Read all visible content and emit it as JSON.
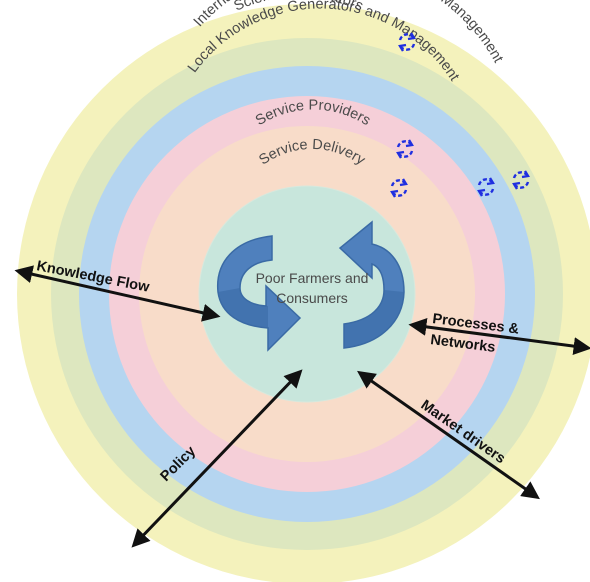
{
  "diagram": {
    "rings": [
      {
        "id": "science",
        "label": "Science Generators",
        "color": "#f4f2bc"
      },
      {
        "id": "international",
        "label": "International Knowledge Generators and Management",
        "color": "#dde7bf"
      },
      {
        "id": "local",
        "label": "Local Knowledge Generators and Management",
        "color": "#b5d5f0"
      },
      {
        "id": "providers",
        "label": "Service Providers",
        "color": "#f5cfd8"
      },
      {
        "id": "delivery",
        "label": "Service Delivery",
        "color": "#f8dcc9"
      }
    ],
    "center": {
      "line1": "Poor Farmers and",
      "line2": "Consumers",
      "color": "#c8e6dc"
    },
    "flows": {
      "knowledge": "Knowledge Flow",
      "processes_line1": "Processes &",
      "processes_line2": "Networks",
      "policy": "Policy",
      "market": "Market drivers"
    },
    "icons": [
      "cycle-icon",
      "large-cycle-arrow-icon",
      "double-arrow-icon"
    ],
    "colors": {
      "cycle_arrow": "#4f80bd",
      "cycle_arrow_dark": "#3a6aa5",
      "small_cycle": "#1f2fe0"
    }
  }
}
